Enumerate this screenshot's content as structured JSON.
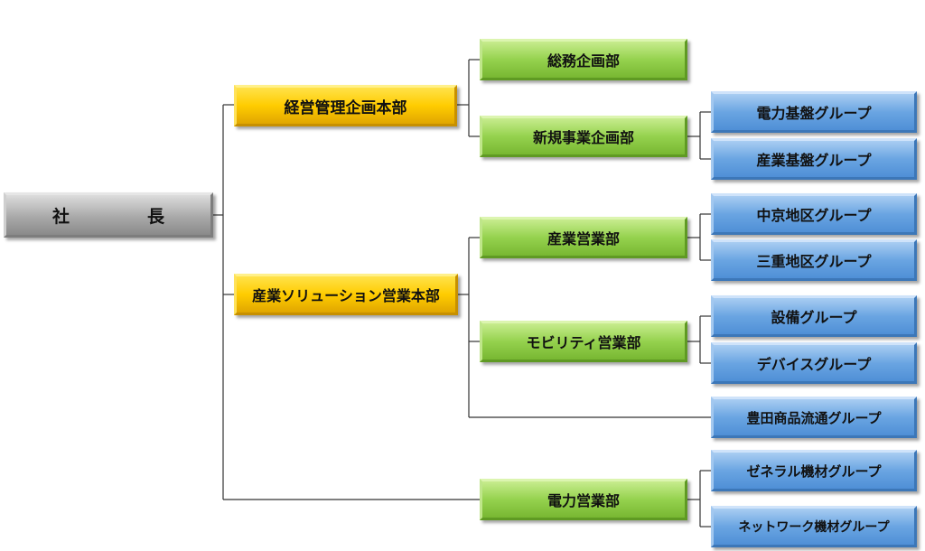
{
  "ceo": {
    "char1": "社",
    "char2": "長"
  },
  "divisions": {
    "management": "経営管理企画本部",
    "industrial_solutions": "産業ソリューション営業本部"
  },
  "departments": {
    "general_planning": "総務企画部",
    "new_business": "新規事業企画部",
    "industrial_sales": "産業営業部",
    "mobility_sales": "モビリティ営業部",
    "power_sales": "電力営業部"
  },
  "groups": {
    "power_infra": "電力基盤グループ",
    "industrial_infra": "産業基盤グループ",
    "chukyo_area": "中京地区グループ",
    "mie_area": "三重地区グループ",
    "equipment": "設備グループ",
    "device": "デバイスグループ",
    "toyoda_distribution": "豊田商品流通グループ",
    "general_material": "ゼネラル機材グループ",
    "network_material": "ネットワーク機材グループ"
  },
  "colors": {
    "ceo": "#a9a9a9",
    "division": "#ffcc00",
    "department": "#95d24e",
    "group": "#6aa5e2",
    "line": "#333333"
  }
}
